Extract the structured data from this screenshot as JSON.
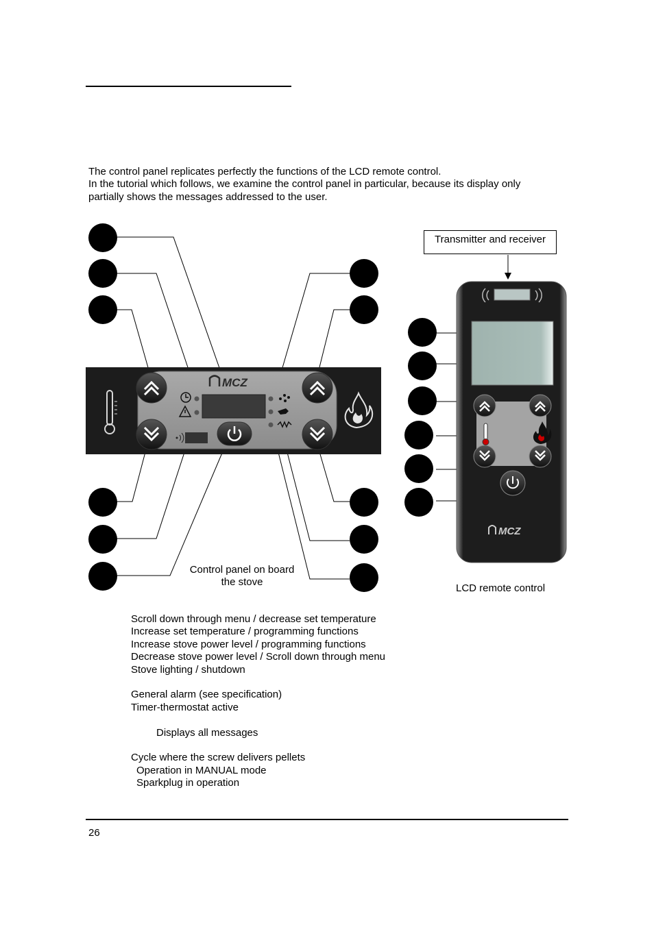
{
  "intro": [
    "The control panel replicates perfectly the functions of the LCD remote control.",
    "In the tutorial which follows, we examine the control panel in particular, because its display only",
    "partially shows the messages addressed to the user."
  ],
  "captions": {
    "transmitter": "Transmitter and receiver",
    "panel_line1": "Control panel on board",
    "panel_line2": "the stove",
    "remote": "LCD remote control"
  },
  "brand": "MCZ",
  "legend": [
    "Scroll down through menu / decrease set temperature",
    "Increase set temperature / programming functions",
    "Increase stove power level / programming functions",
    "Decrease stove power level / Scroll down through menu",
    "Stove lighting / shutdown",
    "General alarm (see specification)",
    "Timer-thermostat active",
    "Displays all messages",
    "Cycle where the screw delivers pellets",
    "Operation in MANUAL mode",
    "Sparkplug in operation"
  ],
  "page_number": "26",
  "icons": [
    "thermometer-icon",
    "flame-icon",
    "clock-icon",
    "warning-icon",
    "pellet-icon",
    "hand-icon",
    "spark-icon",
    "power-icon",
    "wifi-icon",
    "chevron-up-icon",
    "chevron-down-icon"
  ]
}
